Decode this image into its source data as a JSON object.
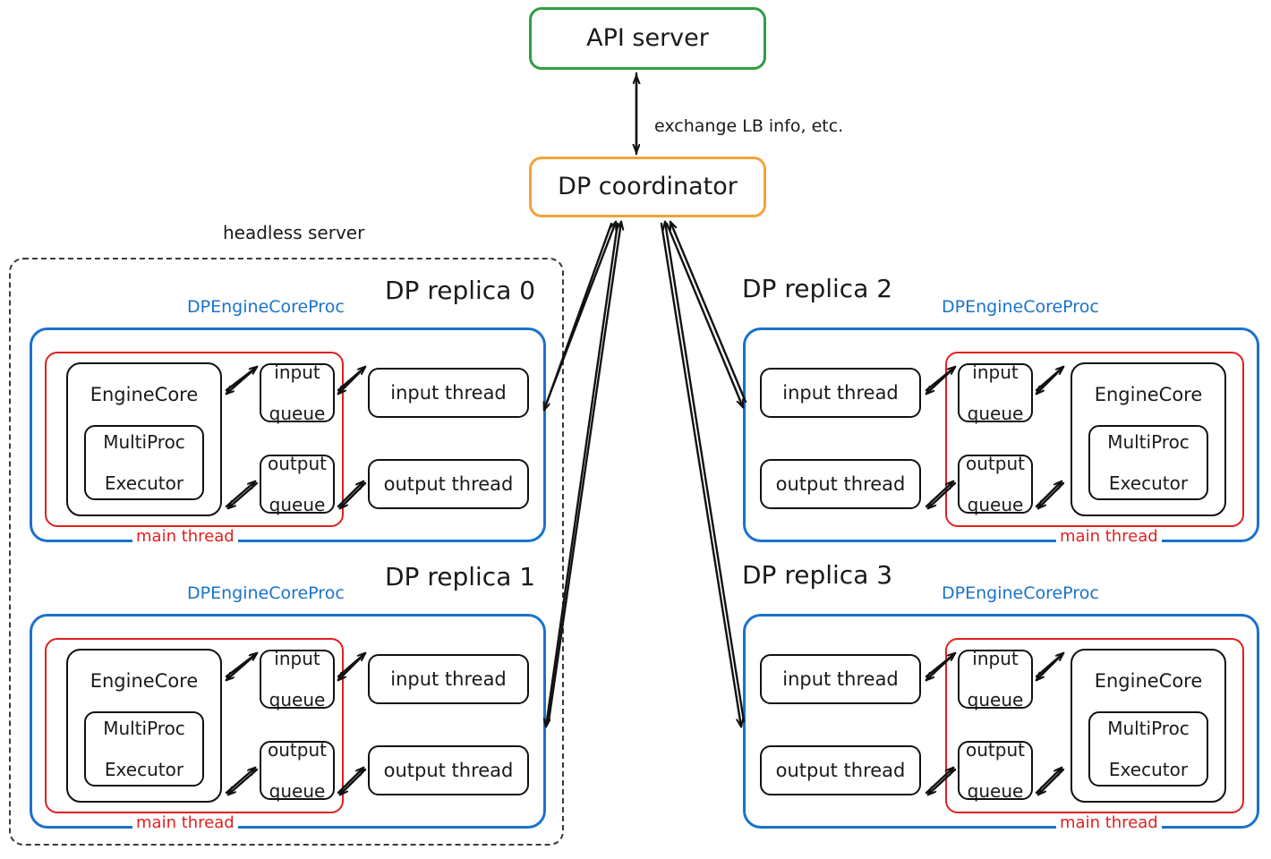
{
  "diagram": {
    "title_nodes": {
      "api_server": "API server",
      "dp_coordinator": "DP coordinator"
    },
    "edge_labels": {
      "coordinator_api": "exchange LB info, etc."
    },
    "group_labels": {
      "headless_server": "headless server"
    },
    "colors": {
      "api_border": "#2f9e41",
      "coordinator_border": "#f2a33c",
      "proc_border": "#1a73cc",
      "main_thread_border": "#e02020",
      "node_border": "#111111",
      "dashed_border": "#3a3a3a"
    },
    "node_labels": {
      "engine_core": "EngineCore",
      "multiproc_executor": "MultiProc\nExecutor",
      "multiproc_executor_line1": "MultiProc",
      "multiproc_executor_line2": "Executor",
      "input_queue_line1": "input",
      "input_queue_line2": "queue",
      "output_queue_line1": "output",
      "output_queue_line2": "queue",
      "input_thread": "input thread",
      "output_thread": "output thread",
      "proc_label": "DPEngineCoreProc",
      "main_thread_label": "main thread"
    },
    "replicas": [
      {
        "id": 0,
        "title": "DP replica 0",
        "side": "left",
        "inside_headless": true
      },
      {
        "id": 1,
        "title": "DP replica 1",
        "side": "left",
        "inside_headless": true
      },
      {
        "id": 2,
        "title": "DP replica 2",
        "side": "right",
        "inside_headless": false
      },
      {
        "id": 3,
        "title": "DP replica 3",
        "side": "right",
        "inside_headless": false
      }
    ]
  }
}
